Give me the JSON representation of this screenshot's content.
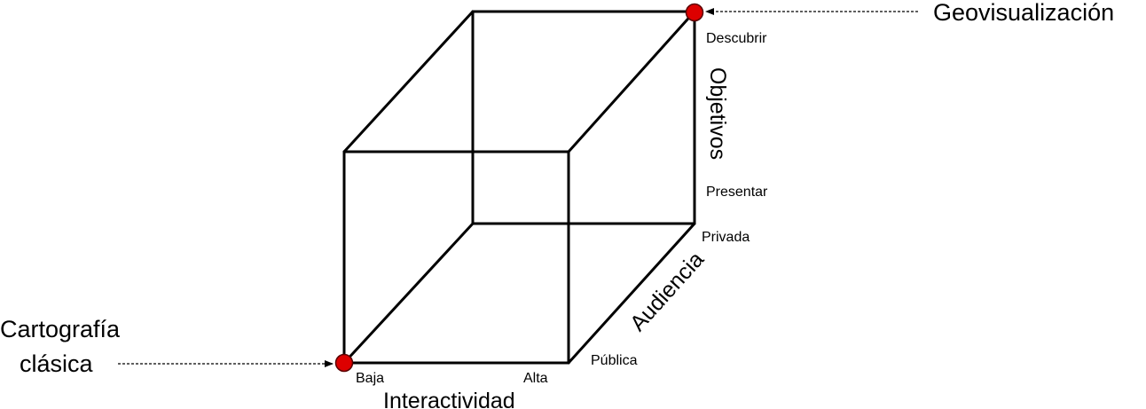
{
  "labels": {
    "geovisualization": "Geovisualización",
    "cartography_line1": "Cartografía",
    "cartography_line2": "clásica"
  },
  "axes": {
    "interactivity": {
      "title": "Interactividad",
      "low": "Baja",
      "high": "Alta"
    },
    "audience": {
      "title": "Audiencia",
      "low": "Pública",
      "high": "Privada"
    },
    "objectives": {
      "title": "Objetivos",
      "low": "Presentar",
      "high": "Descubrir"
    }
  },
  "colors": {
    "dot": "#dd0000",
    "line": "#000000"
  }
}
